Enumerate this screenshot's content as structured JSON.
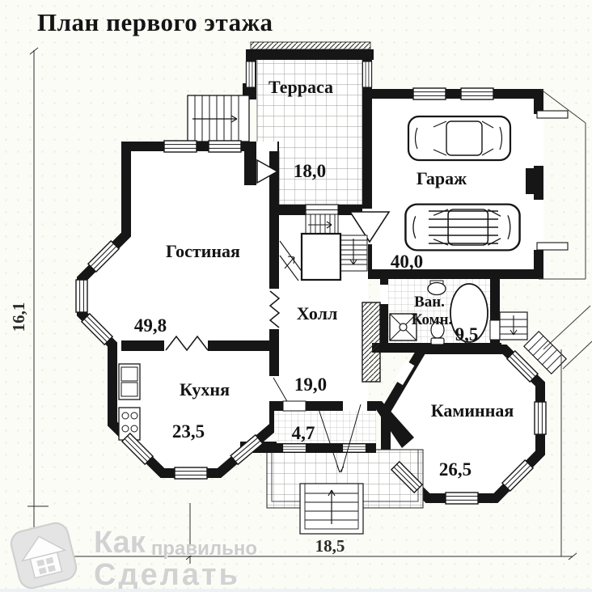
{
  "title": "План первого этажа",
  "plan": {
    "rooms": {
      "terrace": {
        "label": "Терраса",
        "area": "18,0"
      },
      "garage": {
        "label": "Гараж",
        "area": "40,0"
      },
      "living": {
        "label": "Гостиная",
        "area": "49,8"
      },
      "hall": {
        "label": "Холл",
        "area": "19,0"
      },
      "bathroom": {
        "label_line1": "Ван.",
        "label_line2": "Комн.",
        "area": "9,5"
      },
      "kitchen": {
        "label": "Кухня",
        "area": "23,5"
      },
      "fireplace": {
        "label": "Каминная",
        "area": "26,5"
      },
      "vestibule": {
        "area": "4,7"
      }
    },
    "dimensions": {
      "height": "16,1",
      "width": "18,5"
    }
  },
  "watermark": {
    "word1": "Как",
    "word2": "правильно",
    "word3": "Сделать"
  },
  "colors": {
    "wall": "#161616",
    "paper": "#fbfcf6",
    "tile_line": "#999e96",
    "dimension_line": "#2e2e2e",
    "watermark_gray": "#d2d2d2"
  }
}
